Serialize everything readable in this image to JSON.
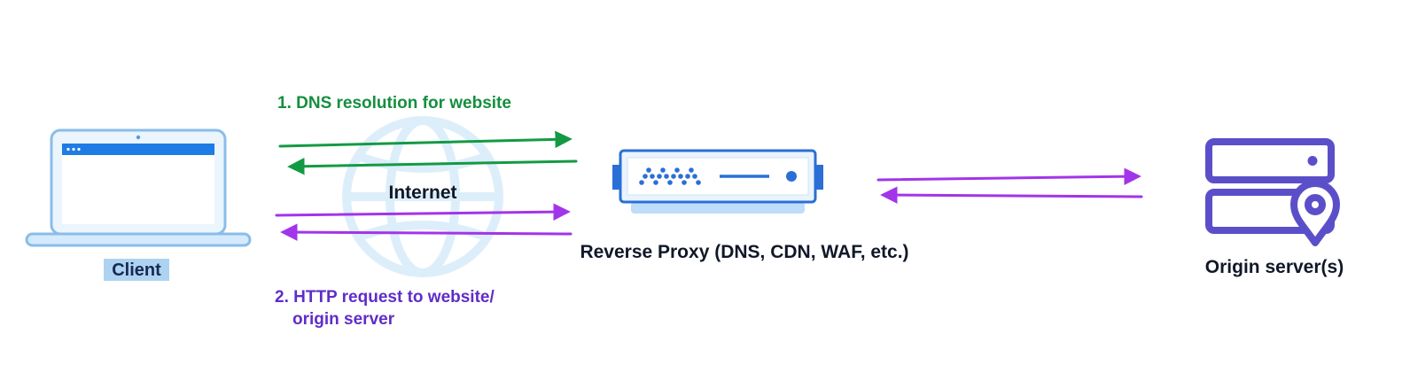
{
  "diagram": {
    "client": {
      "label": "Client"
    },
    "internet": {
      "label": "Internet"
    },
    "reverse_proxy": {
      "label": "Reverse Proxy (DNS, CDN, WAF, etc.)"
    },
    "origin_server": {
      "label": "Origin server(s)"
    },
    "flow_dns": {
      "label": "1. DNS resolution for website"
    },
    "flow_http": {
      "line1": "2. HTTP request to website/",
      "line2": "origin server"
    }
  },
  "colors": {
    "dns_arrow_green": "#149a43",
    "dns_label_green": "#158f3e",
    "http_arrow_purple": "#a234ea",
    "http_label_purple": "#5f2dc8",
    "proxy_device_blue": "#2a6fd6",
    "laptop_blue": "#1f7ce4",
    "origin_icon_purple": "#5b4fc9",
    "client_highlight_blue": "#aed3f2",
    "globe_watermark_blue": "#ddeefb"
  }
}
